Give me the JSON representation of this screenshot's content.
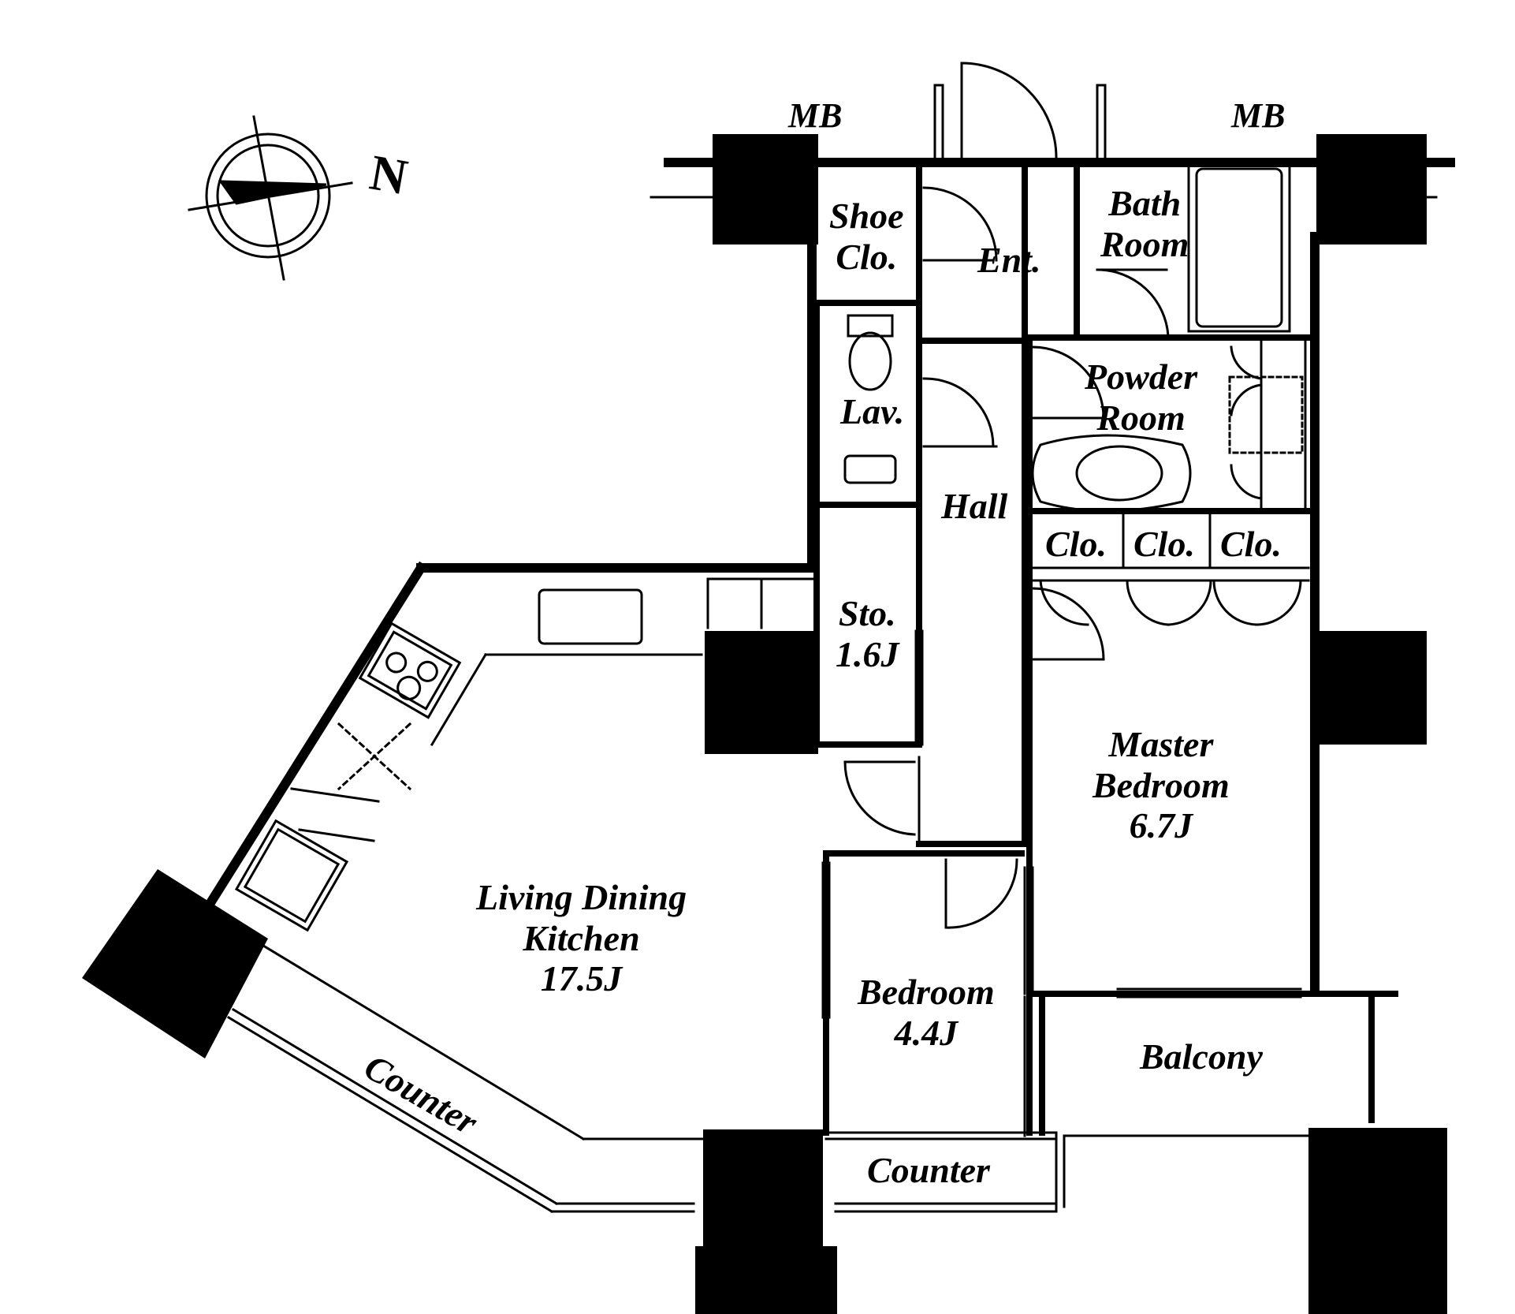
{
  "plan": {
    "compass": {
      "letter": "N"
    },
    "labels": {
      "mb_left": "MB",
      "mb_right": "MB",
      "shoe_clo": [
        "Shoe",
        "Clo."
      ],
      "ent": "Ent.",
      "bath_room": [
        "Bath",
        "Room"
      ],
      "lav": "Lav.",
      "powder_room": [
        "Powder",
        "Room"
      ],
      "hall": "Hall",
      "clo1": "Clo.",
      "clo2": "Clo.",
      "clo3": "Clo.",
      "sto": [
        "Sto.",
        "1.6J"
      ],
      "master_bedroom": [
        "Master",
        "Bedroom",
        "6.7J"
      ],
      "ldk": [
        "Living Dining",
        "Kitchen",
        "17.5J"
      ],
      "bedroom": [
        "Bedroom",
        "4.4J"
      ],
      "balcony": "Balcony",
      "counter_left": "Counter",
      "counter_bottom": "Counter"
    },
    "colors": {
      "wall": "#000000",
      "background": "#ffffff",
      "line": "#000000"
    }
  }
}
